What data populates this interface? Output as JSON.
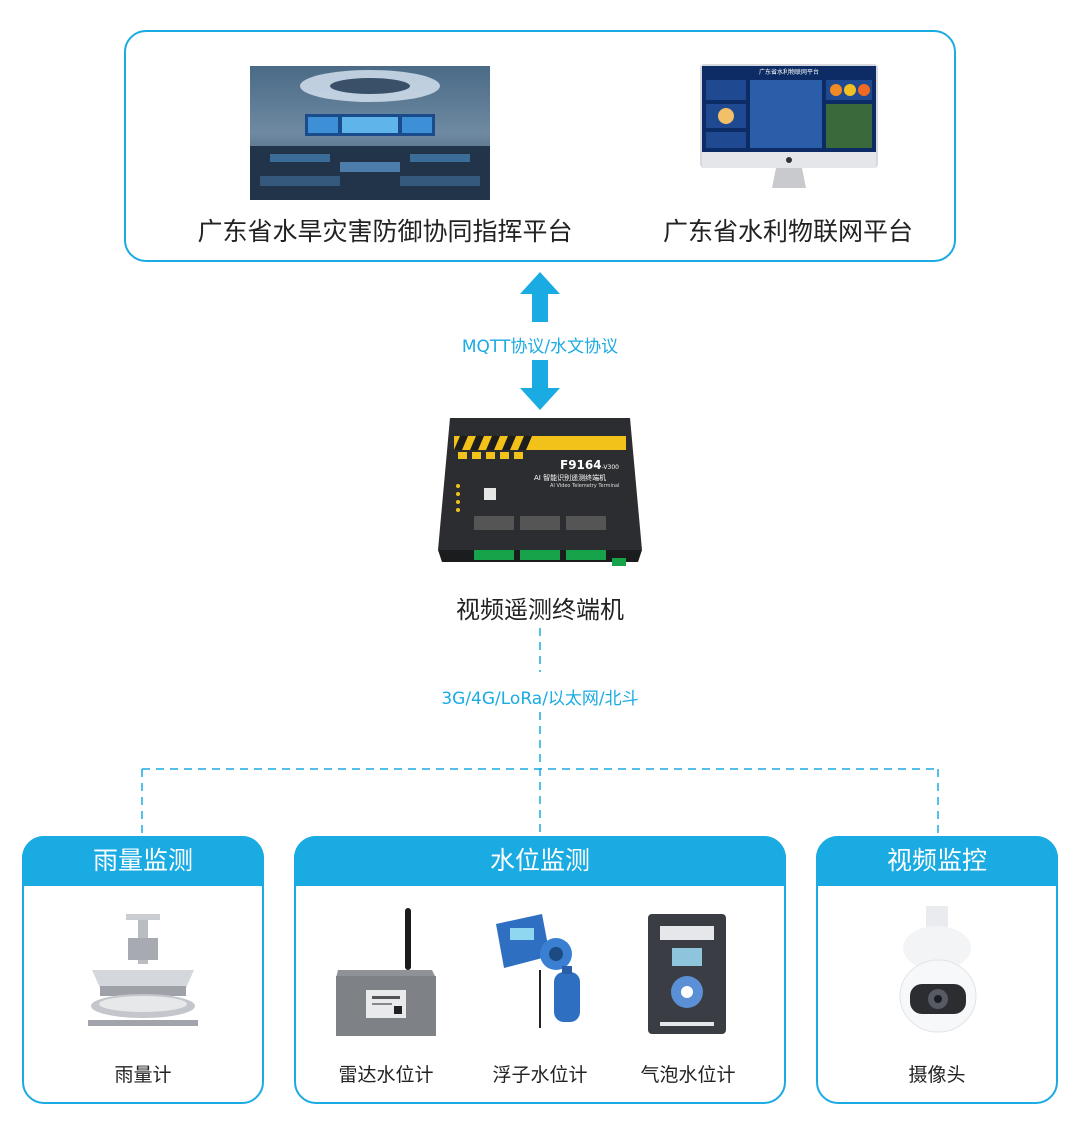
{
  "top": {
    "platform1": "广东省水旱灾害防御协同指挥平台",
    "platform2": "广东省水利物联网平台",
    "monitor_screen_title": "广东省水利物联网平台"
  },
  "link1": {
    "protocol": "MQTT协议/水文协议"
  },
  "device": {
    "name": "视频遥测终端机",
    "model": "F9164",
    "model_suffix": "-V300",
    "subtitle_cn": "AI 智能识别遥测终端机",
    "subtitle_en": "AI Video Telemetry Terminal"
  },
  "link2": {
    "protocol": "3G/4G/LoRa/以太网/北斗"
  },
  "groups": [
    {
      "title": "雨量监测",
      "items": [
        "雨量计"
      ]
    },
    {
      "title": "水位监测",
      "items": [
        "雷达水位计",
        "浮子水位计",
        "气泡水位计"
      ]
    },
    {
      "title": "视频监控",
      "items": [
        "摄像头"
      ]
    }
  ],
  "colors": {
    "accent": "#1aabe3"
  }
}
